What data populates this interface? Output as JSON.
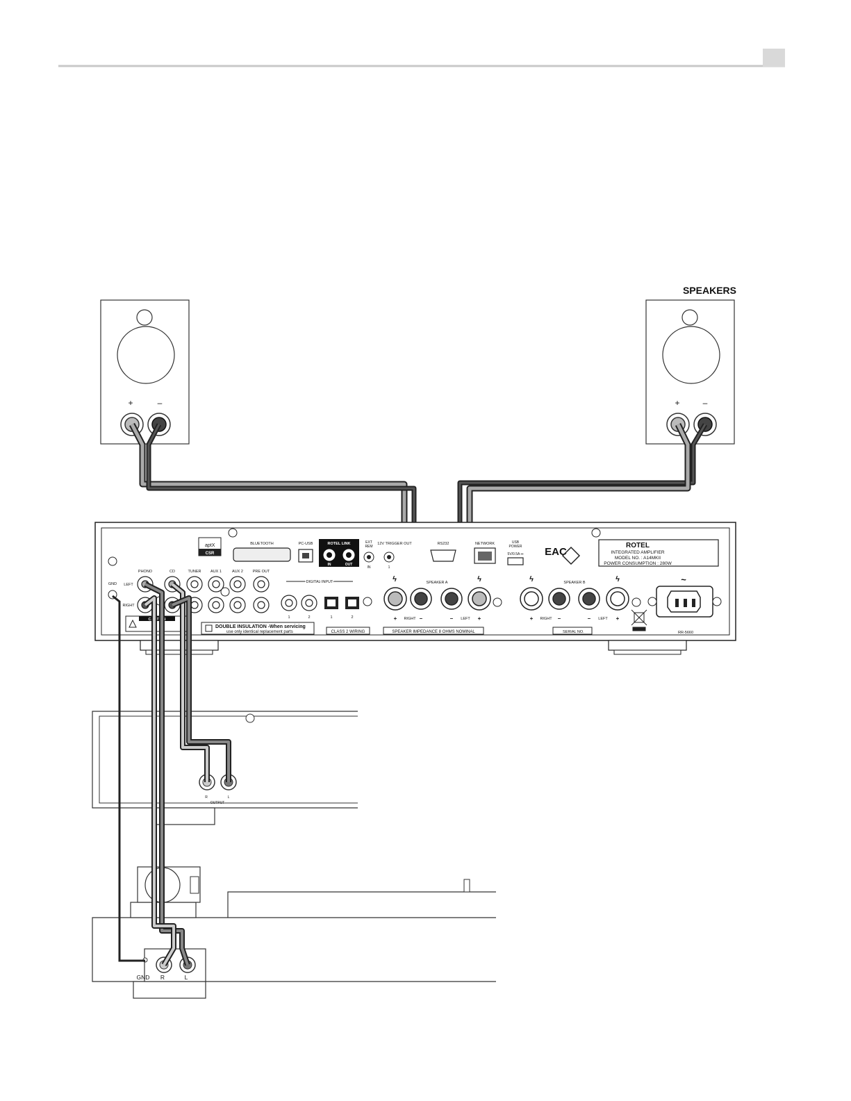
{
  "page": {
    "corner_tab_color": "#d9d9d9",
    "rule_color": "#c8c8c8"
  },
  "speakers": {
    "heading": "SPEAKERS",
    "plus": "+",
    "minus": "–"
  },
  "amplifier": {
    "aptx_label": "aptX",
    "csr_label": "CSR",
    "bluetooth": "BLUETOOTH",
    "pc_usb": "PC-USB",
    "rotel_link": "ROTEL LINK",
    "rotel_link_in": "IN",
    "rotel_link_out": "OUT",
    "ext_rem": "EXT\nREM",
    "ext_rem_in": "IN",
    "trigger": "12V TRIGGER OUT",
    "trigger_1": "1",
    "rs232": "RS232",
    "network": "NETWORK",
    "usb_power": "USB\nPOWER",
    "usb_power_rating": "5V/0.5A ⎓",
    "eac": "EAC",
    "brand": "ROTEL",
    "plate_line1": "INTEGRATED  AMPLIFIER",
    "plate_line2": "MODEL  NO. : A14MKII",
    "plate_line3": "POWER  CONSUMPTION : 280W",
    "gnd": "GND",
    "left": "LEFT",
    "right": "RIGHT",
    "phono": "PHONO",
    "cd": "CD",
    "tuner": "TUNER",
    "aux1": "AUX 1",
    "aux2": "AUX 2",
    "pre_out": "PRE OUT",
    "digital_input": "DIGITAL INPUT",
    "digital_1": "1",
    "digital_2": "2",
    "opt_1": "1",
    "opt_2": "2",
    "speaker_a": "SPEAKER  A",
    "speaker_b": "SPEAKER  B",
    "spk_right": "RIGHT",
    "spk_left": "LEFT",
    "spk_plus": "+",
    "spk_minus": "–",
    "caution": "CAUTION",
    "double_insulation": "DOUBLE INSULATION -When servicing",
    "double_insulation_2": "use only identical replacement parts",
    "class2": "CLASS 2 WIRING",
    "impedance": "SPEAKER IMPEDANCE 8 OHMS NOMINAL",
    "serial": "SERIAL NO.",
    "part_no": "RR-5660",
    "ac_symbol": "~"
  },
  "cd_player": {
    "out_r": "R",
    "out_l": "L",
    "output": "OUTPUT"
  },
  "turntable": {
    "gnd": "GND",
    "r": "R",
    "l": "L"
  }
}
